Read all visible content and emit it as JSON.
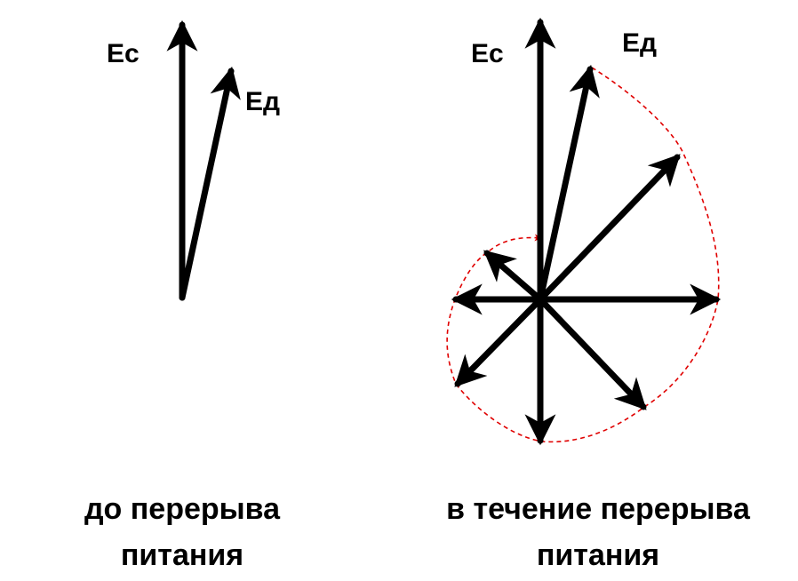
{
  "colors": {
    "vector": "#000000",
    "path": "#e00000",
    "background": "#ffffff"
  },
  "left_panel": {
    "label_ec": "Ec",
    "label_ed": "Eд",
    "caption_line1": "до перерыва",
    "caption_line2": "питания"
  },
  "right_panel": {
    "label_ec": "Ec",
    "label_ed": "Eд",
    "caption_line1": "в течение перерыва",
    "caption_line2": "питания"
  }
}
